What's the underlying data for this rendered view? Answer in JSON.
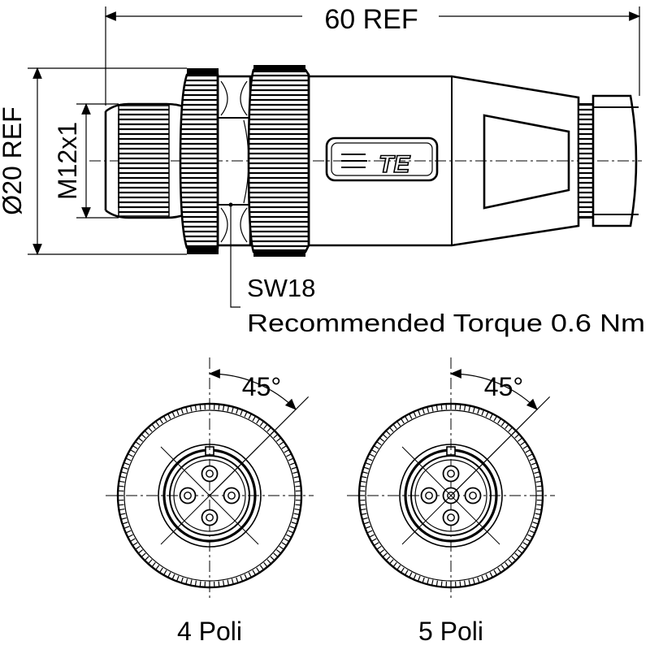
{
  "dimensions": {
    "overall_length": "60 REF",
    "body_diameter": "Ø20 REF",
    "thread": "M12x1"
  },
  "callout": {
    "wrench_size": "SW18",
    "torque": "Recommended Torque 0.6 Nm"
  },
  "logo_text": "TE",
  "views": [
    {
      "angle": "45°",
      "caption": "4 Poli",
      "pins": 4
    },
    {
      "angle": "45°",
      "caption": "5 Poli",
      "pins": 5
    }
  ]
}
